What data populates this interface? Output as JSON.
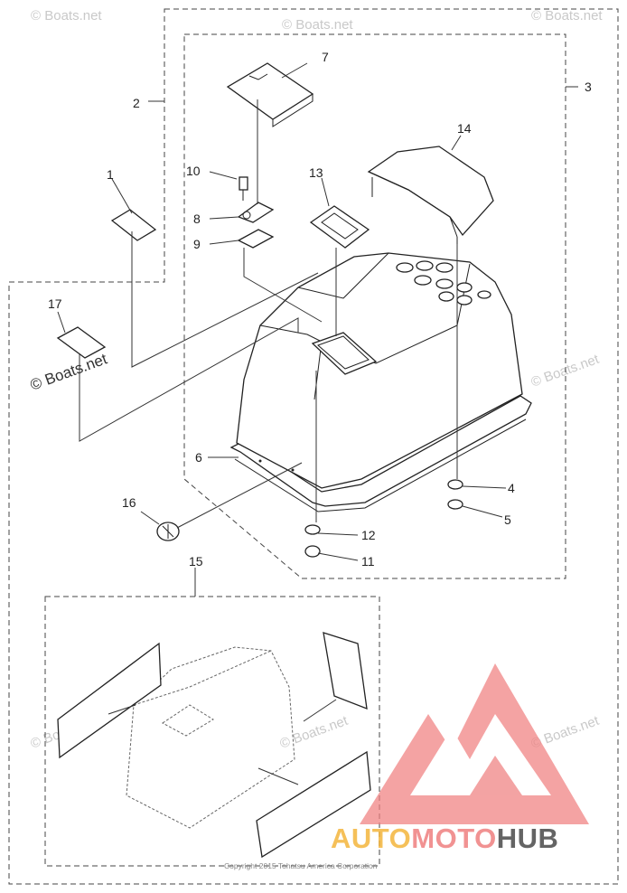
{
  "watermarks": {
    "boats_net": "© Boats.net"
  },
  "callouts": {
    "c1": "1",
    "c2": "2",
    "c3": "3",
    "c4": "4",
    "c5": "5",
    "c6": "6",
    "c7": "7",
    "c8": "8",
    "c9": "9",
    "c10": "10",
    "c11": "11",
    "c12": "12",
    "c13": "13",
    "c14": "14",
    "c15": "15",
    "c16": "16",
    "c17": "17"
  },
  "footer": {
    "copyright": "Copyright 2015 Tohatsu America Corporation"
  },
  "logo": {
    "part_auto": "AUTO",
    "part_moto": "MOTO",
    "part_hub": "HUB",
    "color_auto": "#f4b63d",
    "color_moto": "#ef7f7f",
    "color_hub": "#4a4a4a",
    "mark_color": "#f08080"
  }
}
